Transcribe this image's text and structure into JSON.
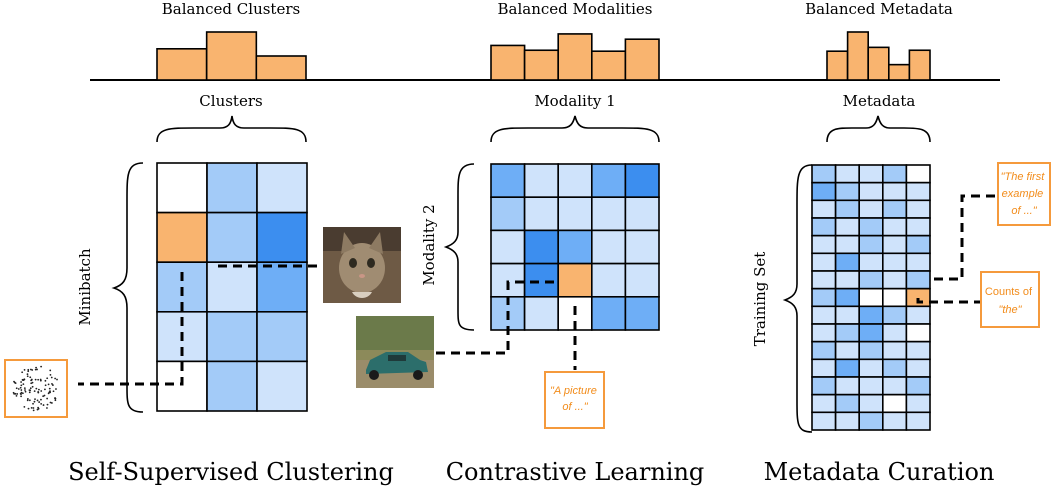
{
  "colors": {
    "orange": "#F9B46F",
    "orange_stroke": "#F59A3C",
    "orange_text": "#F28C1B",
    "white": "#FFFFFF",
    "light": "#CFE3FB",
    "mid": "#A3CBF8",
    "deep": "#6EAEF6",
    "strong": "#3C8EEF",
    "line": "#000000"
  },
  "panels": [
    {
      "title": "Self-Supervised Clustering",
      "histogram_label": "Balanced Clusters",
      "histogram_bars": [
        0.65,
        1.0,
        0.5
      ],
      "axis_label": "Clusters",
      "side_label": "Minibatch",
      "grid": [
        [
          "white",
          "mid",
          "light"
        ],
        [
          "orange",
          "mid",
          "strong"
        ],
        [
          "mid",
          "light",
          "deep"
        ],
        [
          "light",
          "mid",
          "mid"
        ],
        [
          "white",
          "mid",
          "light"
        ]
      ],
      "attachments": [
        {
          "kind": "image",
          "name": "cat-photo",
          "icon": "cat-photo-icon"
        },
        {
          "kind": "image",
          "name": "dots-pattern",
          "icon": "scatter-dots-icon"
        }
      ]
    },
    {
      "title": "Contrastive Learning",
      "histogram_label": "Balanced Modalities",
      "histogram_bars": [
        0.72,
        0.62,
        0.96,
        0.6,
        0.85
      ],
      "axis_label": "Modality 1",
      "side_label": "Modality 2",
      "grid": [
        [
          "deep",
          "light",
          "light",
          "deep",
          "strong"
        ],
        [
          "mid",
          "light",
          "light",
          "light",
          "light"
        ],
        [
          "light",
          "strong",
          "deep",
          "light",
          "light"
        ],
        [
          "light",
          "strong",
          "orange",
          "light",
          "light"
        ],
        [
          "mid",
          "light",
          "white",
          "deep",
          "deep"
        ]
      ],
      "attachments": [
        {
          "kind": "image",
          "name": "toy-car-photo",
          "icon": "car-photo-icon"
        },
        {
          "kind": "text",
          "name": "caption-box",
          "text_prefix": "\"",
          "text_main": "A picture of ...",
          "text_suffix": "\""
        }
      ]
    },
    {
      "title": "Metadata Curation",
      "histogram_label": "Balanced Metadata",
      "histogram_bars": [
        0.6,
        1.0,
        0.68,
        0.32,
        0.62
      ],
      "axis_label": "Metadata",
      "side_label": "Training Set",
      "grid": [
        [
          "mid",
          "light",
          "light",
          "mid",
          "white"
        ],
        [
          "deep",
          "mid",
          "light",
          "light",
          "light"
        ],
        [
          "light",
          "mid",
          "light",
          "mid",
          "light"
        ],
        [
          "mid",
          "light",
          "mid",
          "light",
          "light"
        ],
        [
          "light",
          "light",
          "mid",
          "light",
          "mid"
        ],
        [
          "light",
          "deep",
          "light",
          "light",
          "light"
        ],
        [
          "light",
          "light",
          "mid",
          "light",
          "mid"
        ],
        [
          "mid",
          "deep",
          "white",
          "white",
          "orange"
        ],
        [
          "light",
          "light",
          "deep",
          "mid",
          "light"
        ],
        [
          "light",
          "mid",
          "deep",
          "light",
          "white"
        ],
        [
          "mid",
          "light",
          "mid",
          "light",
          "light"
        ],
        [
          "light",
          "deep",
          "light",
          "mid",
          "light"
        ],
        [
          "mid",
          "light",
          "light",
          "light",
          "mid"
        ],
        [
          "light",
          "mid",
          "light",
          "white",
          "light"
        ],
        [
          "light",
          "light",
          "mid",
          "light",
          "light"
        ]
      ],
      "attachments": [
        {
          "kind": "text",
          "name": "first-example-box",
          "text_prefix": "\"",
          "text_main": "The first example of ...",
          "text_suffix": "\""
        },
        {
          "kind": "text",
          "name": "counts-of-box",
          "text_prefix": "Counts of ",
          "text_main": "\"the\"",
          "text_suffix": ""
        }
      ]
    }
  ]
}
